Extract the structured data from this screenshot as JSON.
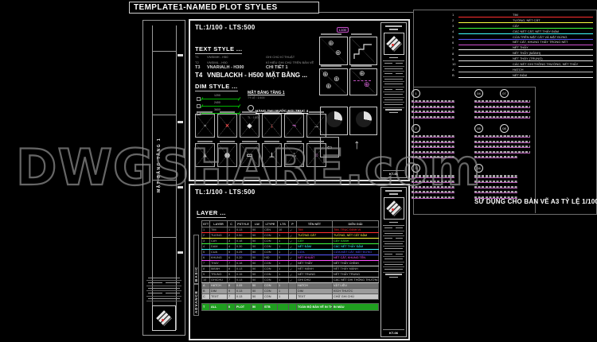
{
  "title": "TEMPLATE1-NAMED PLOT STYLES",
  "watermark": "DWGSHARE.com",
  "footer_note": "SỬ DỤNG CHO BẢN VẼ A3 TỶ LỆ 1/100",
  "frame": {
    "vertical_title": "MẶT BẰNG TẦNG 1",
    "sheet_no": "KT-06"
  },
  "panel1": {
    "scale_label": "TL:1/100 - LTS:500",
    "chip_label": "L100",
    "text_style": {
      "heading": "TEXT STYLE ...",
      "rows": [
        {
          "id": "T1",
          "font": "VNSIMH - H50",
          "desc": "GHI CHÚ KÍ THUẬT"
        },
        {
          "id": "T2",
          "font": "VNSIML - H50",
          "desc": "KÍ HIỆU GHI CHÚ TRÊN BẢN VẼ"
        },
        {
          "id": "T3",
          "font": "VNARIALH - H300",
          "desc": "CHI TIẾT 1"
        },
        {
          "id": "T4",
          "font": "VNBLACKH - H500",
          "desc": "MẶT BẰNG ..."
        }
      ]
    },
    "dim_style": {
      "heading": "DIM STYLE ...",
      "samples": [
        "1200",
        "2400",
        "3600"
      ],
      "notes": [
        {
          "text": "MẶT BẰNG TẦNG 1",
          "sub": "TỶ LỆ : 1/100"
        },
        {
          "text": "HÀNG THU NƯỚC MÁI TRỤC 4",
          "sub": "TL : 1/50"
        }
      ],
      "symbols": [
        {
          "name": "grid-mark",
          "glyph": "▫",
          "color": "#e8e8e8"
        },
        {
          "name": "section-mark",
          "glyph": "×",
          "color": "#ff5050"
        },
        {
          "name": "axis-diamond",
          "glyph": "◈",
          "color": "#e8e8e8"
        },
        {
          "name": "level-arrow",
          "glyph": "↓",
          "color": "#ff5050"
        },
        {
          "name": "door-swing",
          "glyph": "¬",
          "color": "#d060d0"
        },
        {
          "name": "flow-arrow",
          "glyph": "→",
          "color": "#e8e8e8"
        },
        {
          "name": "slope-mark",
          "glyph": "▲",
          "color": "#bbbbbb"
        },
        {
          "name": "target-mark",
          "glyph": "◉",
          "color": "#e8e8e8"
        },
        {
          "name": "name-plate",
          "glyph": "▭",
          "color": "#e8e8e8"
        },
        {
          "name": "datum-mark",
          "glyph": "⊥",
          "color": "#e8e8e8"
        },
        {
          "name": "dots-mark",
          "glyph": "∴",
          "color": "#bbbbbb"
        },
        {
          "name": "circle-mark",
          "glyph": "○",
          "color": "#d060d0"
        }
      ]
    }
  },
  "panel2": {
    "scale_label": "TL:1/100 - LTS:500",
    "layer_heading": "LAYER ...",
    "group_basic": "BASIC",
    "group_advance": "ADVANCE",
    "table": {
      "headers": [
        "STT",
        "LAYER",
        "C",
        "PSTYLE",
        "LW",
        "LTYPE",
        "LTS",
        "P",
        "TÊN NÉT",
        "DIỄN GIẢI"
      ],
      "basic_rows": [
        {
          "color": "#ff3030",
          "cells": [
            "1",
            "TIM",
            "1",
            "0.13",
            "50",
            "CEN",
            "10",
            "✓",
            "TIM",
            "TIM, TRỤC ĐỊNH VỊ"
          ]
        },
        {
          "color": "#ffff40",
          "cells": [
            "2",
            "TUONG",
            "2",
            "0.50",
            "50",
            "CON",
            "1",
            "✓",
            "TƯỜNG CẮT",
            "TƯỜNG, NÉT CẮT ĐẬM"
          ]
        },
        {
          "color": "#40ff40",
          "cells": [
            "3",
            "CAY",
            "3",
            "0.18",
            "50",
            "CON",
            "1",
            "✓",
            "CÂY",
            "CÂY XANH"
          ]
        },
        {
          "color": "#40ffff",
          "cells": [
            "4",
            "DAM",
            "4",
            "0.30",
            "50",
            "CON",
            "1",
            "✓",
            "NÉT ĐẬM",
            "CÁC NÉT THẤY ĐẬM"
          ]
        },
        {
          "color": "#5858ff",
          "cells": [
            "5",
            "CUA",
            "5",
            "0.25",
            "50",
            "CON",
            "1",
            "✓",
            "CỬA",
            "CỬA MẶT CẮT, MẶT ĐỨNG"
          ]
        },
        {
          "color": "#ff50ff",
          "cells": [
            "6",
            "KHUNG",
            "6",
            "0.20",
            "50",
            "HID",
            "5",
            "✓",
            "NÉT KHUẤT",
            "NÉT CẮT, KHUNG TÊN"
          ]
        },
        {
          "color": "#d8d8d8",
          "cells": [
            "7",
            "THAY",
            "7",
            "0.18",
            "50",
            "CON",
            "1",
            "✓",
            "NÉT THẤY",
            "NÉT THẤY CHÍNH"
          ]
        },
        {
          "color": "#b8b8b8",
          "cells": [
            "8",
            "MANH",
            "8",
            "0.13",
            "50",
            "CON",
            "1",
            "✓",
            "NÉT MẢNH",
            "NÉT THẤY MẢNH"
          ]
        },
        {
          "color": "#c8c8c8",
          "cells": [
            "9",
            "TRUNG",
            "9",
            "0.15",
            "50",
            "CON",
            "1",
            "✓",
            "NÉT TRUNG",
            "NÉT THẤY TRUNG"
          ]
        },
        {
          "color": "#d0d0d0",
          "cells": [
            "10",
            "GHICHU",
            "7",
            "0.13",
            "50",
            "CON",
            "1",
            "✓",
            "GHI CHÚ",
            "CÁC NÉT GHI THÔNG THƯỜNG"
          ]
        }
      ],
      "advance_rows": [
        {
          "bg": "#6e6e6e",
          "fg": "#f2f2f2",
          "cells": [
            "A",
            "HATCH",
            "8",
            "0.05",
            "50",
            "CON",
            "1",
            "",
            "HATCH",
            "VẬT LIỆU"
          ]
        },
        {
          "bg": "#9c9c9c",
          "fg": "#111111",
          "cells": [
            "B",
            "DIM",
            "9",
            "0.13",
            "50",
            "CON",
            "1",
            "",
            "DIM",
            "KÍCH THƯỚC"
          ]
        },
        {
          "bg": "#c8c8c8",
          "fg": "#111111",
          "cells": [
            "C",
            "TEXT",
            "7",
            "0.13",
            "50",
            "CON",
            "1",
            "",
            "TEXT",
            "CHỮ GHI CHÚ"
          ]
        }
      ],
      "total_row": {
        "bg": "#1f9e1f",
        "fg": "#ffffff",
        "cells": [
          "T",
          "ALL",
          "0",
          "PLOT",
          "50",
          "STB",
          "",
          "",
          "TOÀN BỘ BẢN VẼ IN THEO STB",
          "IN MÀU"
        ]
      }
    }
  },
  "legend": {
    "items": [
      {
        "num": "1",
        "color": "#ff3030",
        "label": "TIM"
      },
      {
        "num": "2",
        "color": "#ffff40",
        "label": "TƯỜNG, NÉT CẮT"
      },
      {
        "num": "3",
        "color": "#40ff40",
        "label": "CÂY"
      },
      {
        "num": "4",
        "color": "#40ffff",
        "label": "CÁC NÉT CẮT, NÉT THẤY ĐẬM"
      },
      {
        "num": "5",
        "color": "#5858ff",
        "label": "CỬA TRÊN MẶT CẮT VÀ MẶT ĐỨNG"
      },
      {
        "num": "6",
        "color": "#d050d0",
        "label": "NÉT CẮT, KHUNG THẤY TRONG NÉT"
      },
      {
        "num": "7",
        "color": "#e8e8e8",
        "label": "NÉT THẤY"
      },
      {
        "num": "8",
        "color": "#dddddd",
        "label": "NÉT THẤY (MẢNH)"
      },
      {
        "num": "9",
        "color": "#dddddd",
        "label": "NÉT THẤY (TRUNG)"
      },
      {
        "num": "10",
        "color": "#dddddd",
        "label": "CÁC NÉT GHI THÔNG THƯỜNG, NÉT THẤY"
      },
      {
        "num": "A",
        "color": "#bbbbbb",
        "label": "HATCH"
      },
      {
        "num": "B",
        "color": "#eeeeee",
        "label": "NÉT ĐẬM"
      }
    ]
  },
  "bubble_columns": [
    [
      {
        "label": "1",
        "lines": 4
      },
      {
        "label": "2",
        "lines": 5
      },
      {
        "label": "3",
        "lines": 5
      }
    ],
    [
      {
        "label": "04",
        "lines": 4
      },
      {
        "label": "05",
        "lines": 5
      },
      {
        "label": "06",
        "lines": 5
      }
    ],
    [
      {
        "label": "07",
        "lines": 4
      },
      {
        "label": "08",
        "lines": 4
      }
    ]
  ]
}
